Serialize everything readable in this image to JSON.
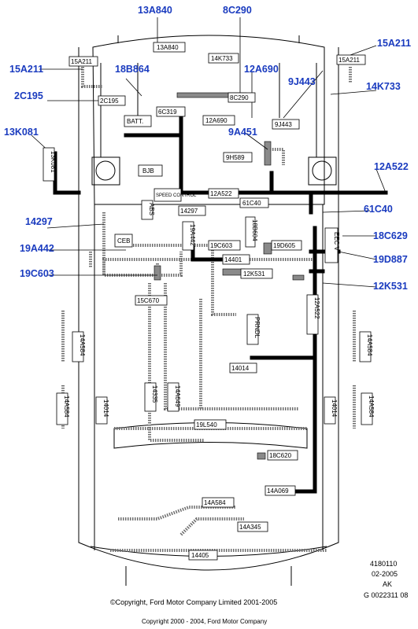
{
  "callouts": {
    "c13a840": "13A840",
    "c8c290": "8C290",
    "c15a211_left": "15A211",
    "c15a211_right": "15A211",
    "c18b864": "18B864",
    "c12a690": "12A690",
    "c9j443": "9J443",
    "c14k733": "14K733",
    "c2c195": "2C195",
    "c9a451": "9A451",
    "c13k081": "13K081",
    "c12a522": "12A522",
    "c14297": "14297",
    "c61c40": "61C40",
    "c18c629": "18C629",
    "c19a442": "19A442",
    "c19d887": "19D887",
    "c19c603": "19C603",
    "c12k531": "12K531"
  },
  "box_labels": {
    "b13a840": "13A840",
    "b14k733": "14K733",
    "b15a211_l": "15A211",
    "b15a211_r": "15A211",
    "b2c195": "2C195",
    "b8c290": "8C290",
    "b6c319": "6C319",
    "b_batt": "BATT.",
    "b12a690": "12A690",
    "b9j443": "9J443",
    "b9h589": "9H589",
    "b13k081": "13K081",
    "b_bjb": "BJB",
    "b_speed": "SPEED CONTROL",
    "b12a522": "12A522",
    "b61c40": "61C40",
    "b_abs": "ABS",
    "b14297": "14297",
    "b_ceb": "CEB",
    "b19a442": "19A442",
    "b19c603": "19C603",
    "b18b604": "18B604",
    "b19d605": "19D605",
    "b_eecv": "EEC V",
    "b14401": "14401",
    "b12k531": "12K531",
    "b15c670": "15C670",
    "b_prndl": "PRNDL",
    "b12a522_v": "12A522",
    "b14a584_l": "14A584",
    "b14a584_r": "14A584",
    "b14a584_l2": "14A584",
    "b14a584_r2": "14A584",
    "b14014_c": "14014",
    "b14014_l": "14014",
    "b14014_r": "14014",
    "b14335": "14335",
    "b14a649": "14A649",
    "b19l540": "19L540",
    "b18c620": "18C620",
    "b14a069": "14A069",
    "b14a584_b": "14A584",
    "b14a345": "14A345",
    "b14405": "14405"
  },
  "meta": {
    "ref_number": "4180110",
    "date": "02-2005",
    "code": "AK",
    "graphic_id": "G 0022311 08",
    "copyright_main": "©Copyright, Ford Motor Company Limited 2001-2005",
    "copyright_sub": "Copyright 2000 - 2004, Ford Motor Company"
  }
}
